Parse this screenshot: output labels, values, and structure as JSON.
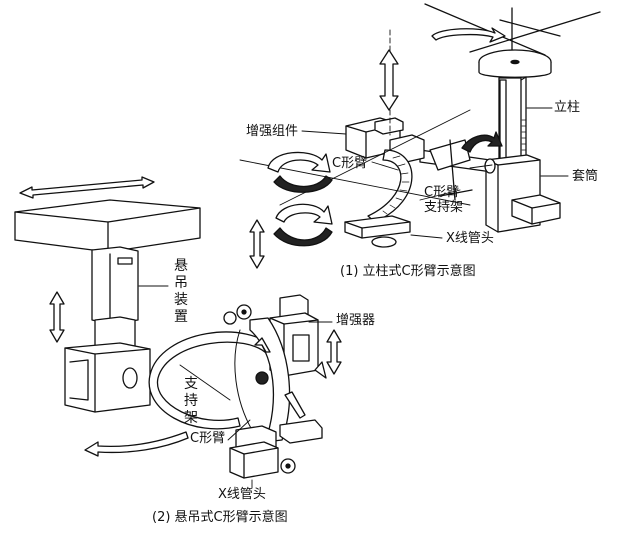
{
  "figure1": {
    "caption": "(1) 立柱式C形臂示意图",
    "labels": {
      "column": "立柱",
      "intensifier_assembly": "增强组件",
      "c_arm": "C形臂",
      "c_arm_support": "C形臂\n支持架",
      "sleeve": "套筒",
      "xray_tube": "X线管头"
    }
  },
  "figure2": {
    "caption": "(2) 悬吊式C形臂示意图",
    "labels": {
      "suspension": "悬吊装置",
      "intensifier": "增强器",
      "support": "支持架",
      "c_arm": "C形臂",
      "xray_tube": "X线管头"
    }
  }
}
